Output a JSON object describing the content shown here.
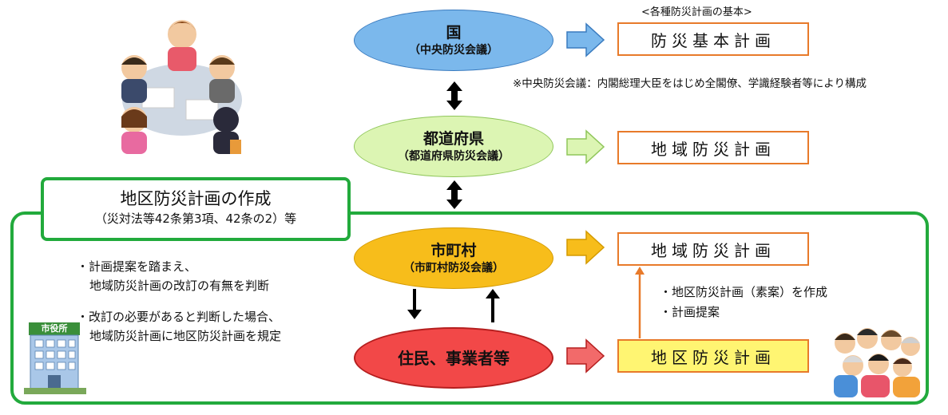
{
  "header_label": "<各種防災計画の基本>",
  "levels": {
    "national": {
      "title": "国",
      "subtitle": "（中央防災会議）",
      "plan": "防災基本計画"
    },
    "prefecture": {
      "title": "都道府県",
      "subtitle": "（都道府県防災会議）",
      "plan": "地域防災計画"
    },
    "municipality": {
      "title": "市町村",
      "subtitle": "（市町村防災会議）",
      "plan": "地域防災計画"
    },
    "residents": {
      "title": "住民、事業者等",
      "plan": "地区防災計画"
    }
  },
  "central_council_note": "※中央防災会議：内閣総理大臣をはじめ全閣僚、学識経験者等により構成",
  "district_box": {
    "title": "地区防災計画の作成",
    "subtitle": "（災対法等42条第3項、42条の2）等"
  },
  "left_notes": {
    "line1": "・計画提案を踏まえ、",
    "line2": "地域防災計画の改訂の有無を判断",
    "line3": "・改訂の必要があると判断した場合、",
    "line4": "地域防災計画に地区防災計画を規定"
  },
  "right_notes": {
    "line1": "・地区防災計画（素案）を作成",
    "line2": "・計画提案"
  },
  "city_hall_sign": "市役所",
  "colors": {
    "national_fill": "#7bb8ec",
    "prefecture_fill": "#dcf5b3",
    "municipality_fill": "#f7bd1b",
    "residents_fill": "#f24848",
    "frame_green": "#22aa3c",
    "plan_border": "#e87a2a",
    "district_plan_fill": "#fff572"
  }
}
